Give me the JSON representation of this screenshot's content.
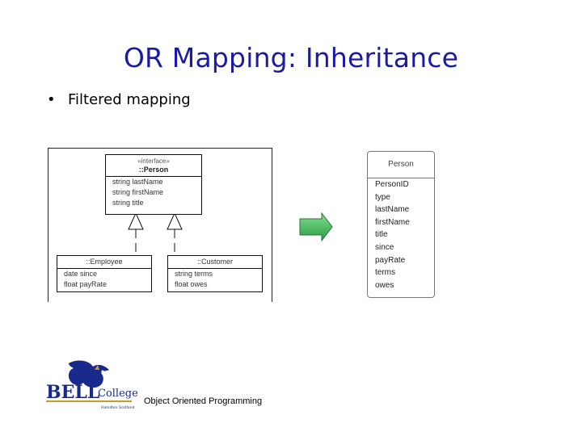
{
  "slide": {
    "title": "OR Mapping: Inheritance",
    "bullet": "Filtered mapping",
    "footer": "Object Oriented Programming"
  },
  "uml": {
    "interface": {
      "stereotype": "«interface»",
      "name": "::Person",
      "attributes": [
        "string lastName",
        "string firstName",
        "string title"
      ]
    },
    "employee": {
      "name": "::Employee",
      "attributes": [
        "date since",
        "float payRate"
      ]
    },
    "customer": {
      "name": "::Customer",
      "attributes": [
        "string terms",
        "float owes"
      ]
    }
  },
  "table": {
    "name": "Person",
    "columns": [
      "PersonID",
      "type",
      "lastName",
      "firstName",
      "title",
      "since",
      "payRate",
      "terms",
      "owes"
    ]
  },
  "logo": {
    "text_main": "BELL",
    "text_side": "College",
    "tagline": "Hamilton Scotland"
  },
  "colors": {
    "title": "#1a1aa6",
    "arrow": "#3cb55a",
    "logo_blue": "#1a2a8c",
    "logo_gold": "#c79a2a"
  }
}
